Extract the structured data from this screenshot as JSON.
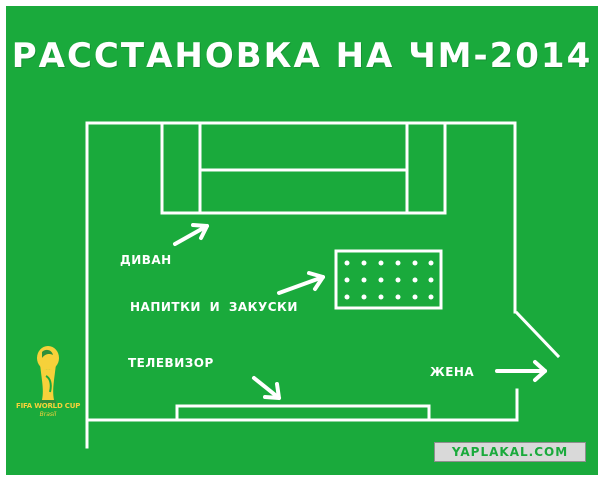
{
  "title": "РАССТАНОВКА НА ЧМ-2014",
  "labels": {
    "sofa": "ДИВАН",
    "drinks_snacks": "НАПИТКИ И ЗАКУСКИ",
    "tv": "ТЕЛЕВИЗОР",
    "wife": "ЖЕНА"
  },
  "logo": {
    "icon": "world-cup-trophy-icon",
    "text": "FIFA WORLD CUP",
    "sub": "Brasil"
  },
  "watermark": "YAPLAKAL.COM",
  "colors": {
    "field": "#1aaa3c",
    "lines": "#ffffff",
    "watermark_bg": "#d9d9d9"
  }
}
